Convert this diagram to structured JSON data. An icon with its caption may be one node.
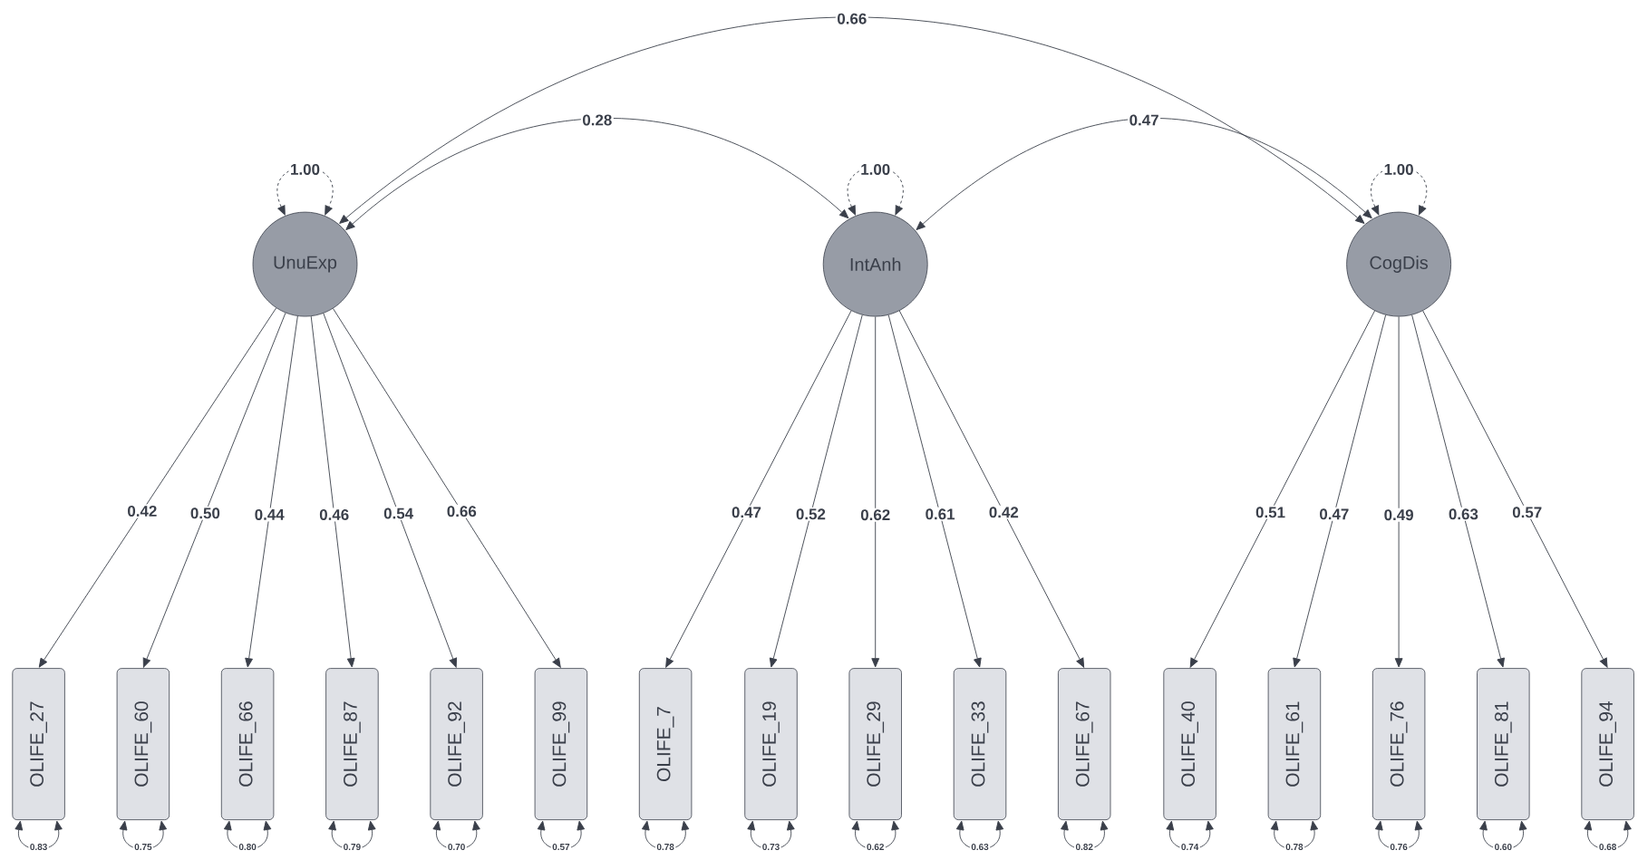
{
  "diagram": {
    "nodes": [
      {
        "text": [
          "UnuExp"
        ]
      },
      {
        "text": [
          "IntAnh"
        ]
      },
      {
        "text": [
          "CogDis"
        ]
      },
      {
        "text": [
          "OLIFE_27"
        ]
      },
      {
        "text": [
          "OLIFE_60"
        ]
      },
      {
        "text": [
          "OLIFE_66"
        ]
      },
      {
        "text": [
          "OLIFE_87"
        ]
      },
      {
        "text": [
          "OLIFE_92"
        ]
      },
      {
        "text": [
          "OLIFE_99"
        ]
      },
      {
        "text": [
          "OLIFE_7"
        ]
      },
      {
        "text": [
          "OLIFE_19"
        ]
      },
      {
        "text": [
          "OLIFE_29"
        ]
      },
      {
        "text": [
          "OLIFE_33"
        ]
      },
      {
        "text": [
          "OLIFE_67"
        ]
      },
      {
        "text": [
          "OLIFE_40"
        ]
      },
      {
        "text": [
          "OLIFE_61"
        ]
      },
      {
        "text": [
          "OLIFE_76"
        ]
      },
      {
        "text": [
          "OLIFE_81"
        ]
      },
      {
        "text": [
          "OLIFE_94"
        ]
      }
    ],
    "edges": [
      {
        "from": 0,
        "to": 3,
        "arrow": "to",
        "label": "0.42"
      },
      {
        "from": 0,
        "to": 4,
        "arrow": "to",
        "label": "0.50"
      },
      {
        "from": 0,
        "to": 5,
        "arrow": "to",
        "label": "0.44"
      },
      {
        "from": 0,
        "to": 6,
        "arrow": "to",
        "label": "0.46"
      },
      {
        "from": 0,
        "to": 7,
        "arrow": "to",
        "label": "0.54"
      },
      {
        "from": 0,
        "to": 8,
        "arrow": "to",
        "label": "0.66"
      },
      {
        "from": 1,
        "to": 9,
        "arrow": "to",
        "label": "0.47"
      },
      {
        "from": 1,
        "to": 10,
        "arrow": "to",
        "label": "0.52"
      },
      {
        "from": 1,
        "to": 11,
        "arrow": "to",
        "label": "0.62"
      },
      {
        "from": 1,
        "to": 12,
        "arrow": "to",
        "label": "0.61"
      },
      {
        "from": 1,
        "to": 13,
        "arrow": "to",
        "label": "0.42"
      },
      {
        "from": 2,
        "to": 14,
        "arrow": "to",
        "label": "0.51"
      },
      {
        "from": 2,
        "to": 15,
        "arrow": "to",
        "label": "0.47"
      },
      {
        "from": 2,
        "to": 16,
        "arrow": "to",
        "label": "0.49"
      },
      {
        "from": 2,
        "to": 17,
        "arrow": "to",
        "label": "0.63"
      },
      {
        "from": 2,
        "to": 18,
        "arrow": "to",
        "label": "0.57"
      },
      {
        "from": 0,
        "to": 2,
        "arrow": "both",
        "label": "0.66"
      },
      {
        "from": 0,
        "to": 1,
        "arrow": "both",
        "label": "0.28"
      },
      {
        "from": 1,
        "to": 2,
        "arrow": "both",
        "label": "0.47"
      },
      {
        "from": 0,
        "to": 0,
        "arrow": "both",
        "label": "1.00",
        "style": "dashed"
      },
      {
        "from": 1,
        "to": 1,
        "arrow": "both",
        "label": "1.00",
        "style": "dashed"
      },
      {
        "from": 2,
        "to": 2,
        "arrow": "both",
        "label": "1.00",
        "style": "dashed"
      },
      {
        "from": 3,
        "to": 3,
        "arrow": "both",
        "label": "0.83"
      },
      {
        "from": 4,
        "to": 4,
        "arrow": "both",
        "label": "0.75"
      },
      {
        "from": 5,
        "to": 5,
        "arrow": "both",
        "label": "0.80"
      },
      {
        "from": 6,
        "to": 6,
        "arrow": "both",
        "label": "0.79"
      },
      {
        "from": 7,
        "to": 7,
        "arrow": "both",
        "label": "0.70"
      },
      {
        "from": 8,
        "to": 8,
        "arrow": "both",
        "label": "0.57"
      },
      {
        "from": 9,
        "to": 9,
        "arrow": "both",
        "label": "0.78"
      },
      {
        "from": 10,
        "to": 10,
        "arrow": "both",
        "label": "0.73"
      },
      {
        "from": 11,
        "to": 11,
        "arrow": "both",
        "label": "0.62"
      },
      {
        "from": 12,
        "to": 12,
        "arrow": "both",
        "label": "0.63"
      },
      {
        "from": 13,
        "to": 13,
        "arrow": "both",
        "label": "0.82"
      },
      {
        "from": 14,
        "to": 14,
        "arrow": "both",
        "label": "0.74"
      },
      {
        "from": 15,
        "to": 15,
        "arrow": "both",
        "label": "0.78"
      },
      {
        "from": 16,
        "to": 16,
        "arrow": "both",
        "label": "0.76"
      },
      {
        "from": 17,
        "to": 17,
        "arrow": "both",
        "label": "0.60"
      },
      {
        "from": 18,
        "to": 18,
        "arrow": "both",
        "label": "0.68"
      }
    ]
  }
}
